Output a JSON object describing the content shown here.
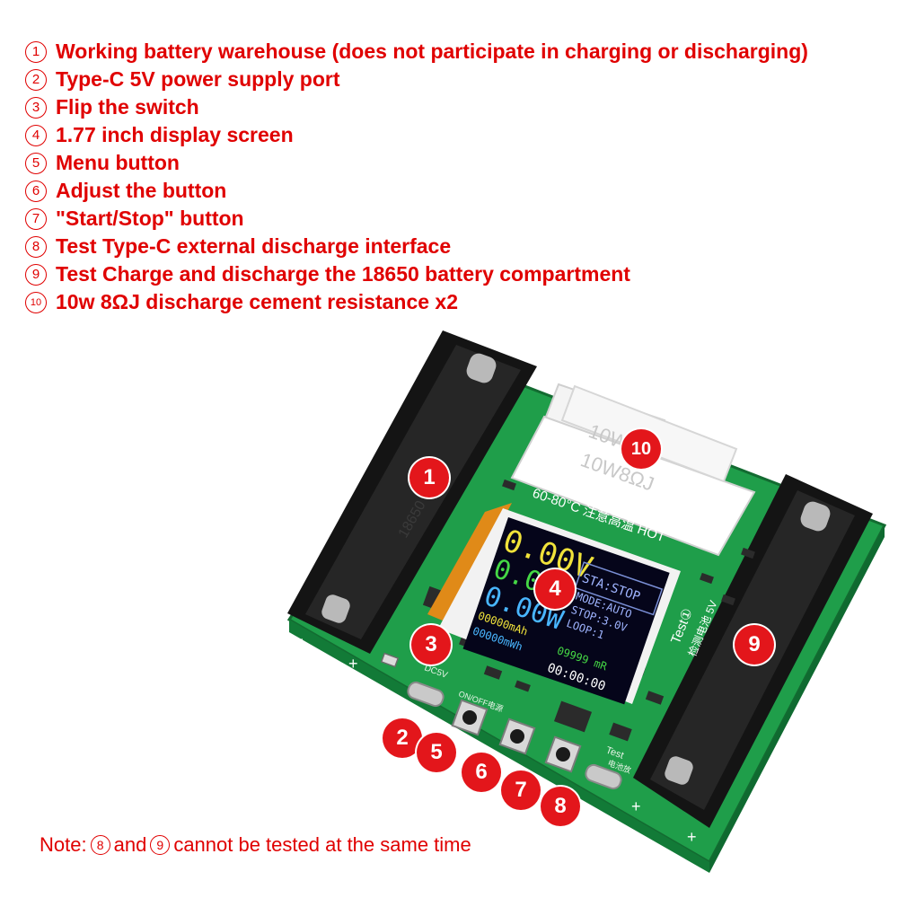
{
  "legend": [
    {
      "num": "1",
      "text": "Working battery warehouse (does not participate in charging or discharging)"
    },
    {
      "num": "2",
      "text": "Type-C 5V power supply port"
    },
    {
      "num": "3",
      "text": "Flip the switch"
    },
    {
      "num": "4",
      "text": "1.77 inch display screen"
    },
    {
      "num": "5",
      "text": "Menu button"
    },
    {
      "num": "6",
      "text": "Adjust the button"
    },
    {
      "num": "7",
      "text": "\"Start/Stop\" button"
    },
    {
      "num": "8",
      "text": "Test Type-C external discharge interface"
    },
    {
      "num": "9",
      "text": "Test Charge and discharge the 18650 battery compartment"
    },
    {
      "num": "10",
      "text": "10w 8ΩJ discharge cement resistance x2"
    }
  ],
  "callouts": {
    "c1": "1",
    "c2": "2",
    "c3": "3",
    "c4": "4",
    "c5": "5",
    "c6": "6",
    "c7": "7",
    "c8": "8",
    "c9": "9",
    "c10": "10"
  },
  "screen": {
    "voltage": "0.00V",
    "current": "0.00A",
    "power": "0.00W",
    "status": "STA:STOP",
    "mode": "MODE:AUTO",
    "stop_voltage": "STOP:3.0V",
    "loop": "LOOP:1",
    "capacity": "00000mAh",
    "energy": "00000mWh",
    "resistance": "09999 mR",
    "time": "00:00:00"
  },
  "silkscreen": {
    "temp_warning": "60-80°C 注意高温 HOT",
    "dc_label": "DC5V",
    "onoff_label": "ON/OFF电源",
    "test_label": "Test①",
    "test_sub": "检测电池 5V",
    "test_port_label": "Test",
    "test_port_sub": "电池放",
    "resistor_top": "10W8ΩJ",
    "resistor_bottom": "10W8ΩJ"
  },
  "note": {
    "prefix": "Note:",
    "n1": "8",
    "mid": "and",
    "n2": "9",
    "suffix": "cannot be tested at the same time"
  },
  "colors": {
    "accent": "#e00000",
    "callout": "#e3161b",
    "pcb": "#1f9e4a",
    "holder": "#151515"
  }
}
